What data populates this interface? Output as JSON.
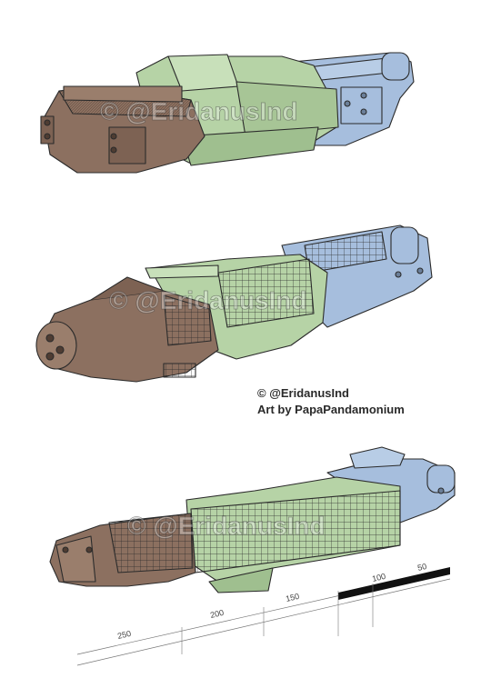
{
  "watermark": "© @EridanusInd",
  "credits": {
    "copyright": "© @EridanusInd",
    "artist": "Art by PapaPandamonium"
  },
  "scale_labels": [
    "250",
    "200",
    "150",
    "100",
    "50"
  ],
  "colors": {
    "bow_brown": "#8c7060",
    "midsection_green": "#b6d3a6",
    "stern_blue": "#a6bedd",
    "outline": "#2b2b2b"
  }
}
